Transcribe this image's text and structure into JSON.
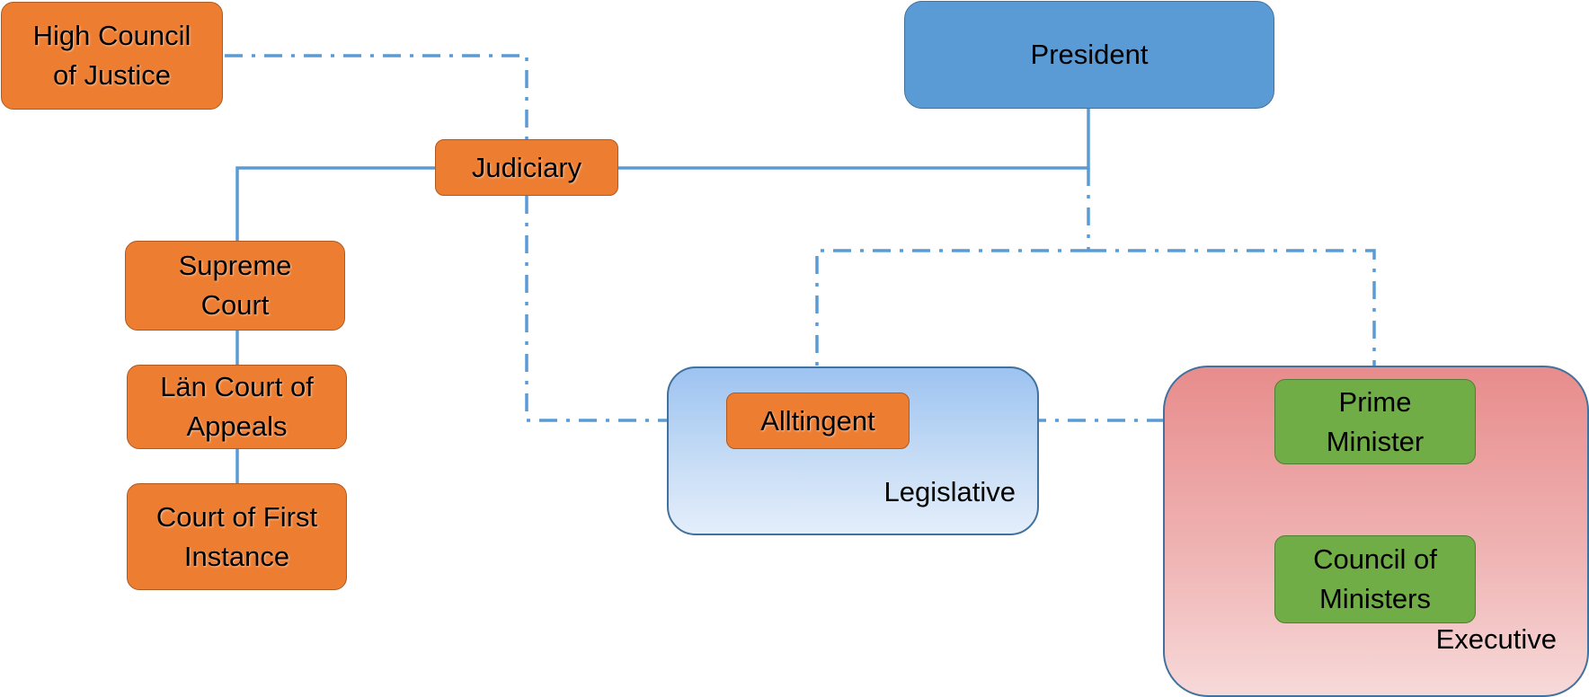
{
  "nodes": {
    "president": "President",
    "high_council": [
      "High Council",
      "of Justice"
    ],
    "judiciary": "Judiciary",
    "supreme_court": [
      "Supreme",
      "Court"
    ],
    "lan_court": [
      "Län Court of",
      "Appeals"
    ],
    "first_instance": [
      "Court of First",
      "Instance"
    ],
    "alltingent": "Alltingent",
    "prime_minister": [
      "Prime",
      "Minister"
    ],
    "council_ministers": [
      "Council of",
      "Ministers"
    ]
  },
  "groups": {
    "legislative": "Legislative",
    "executive": "Executive"
  },
  "colors": {
    "judiciary_fill": "#ed7d31",
    "president_fill": "#5b9bd5",
    "executive_fill": "#70ad47",
    "connector": "#5b9bd5"
  }
}
